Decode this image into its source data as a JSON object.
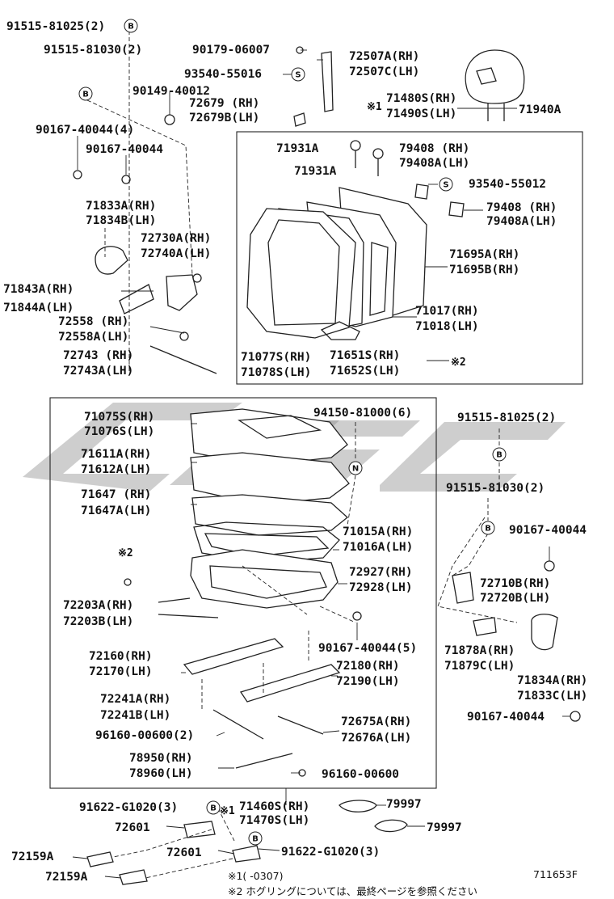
{
  "diagram_code": "711653F",
  "watermark_text": "cosc",
  "labels": {
    "l01": "91515-81025(2)",
    "l02": "91515-81030(2)",
    "l03": "90167-40044(4)",
    "l04": "90167-40044",
    "l05": "90179-06007",
    "l06": "93540-55016",
    "l07": "90149-40012",
    "l08": "72679 (RH)",
    "l09": "72679B(LH)",
    "l10": "72507A(RH)",
    "l11": "72507C(LH)",
    "l12": "71480S(RH)",
    "l13": "71490S(LH)",
    "l14": "71940A",
    "l15": "71931A",
    "l16": "71931A",
    "l17": "79408 (RH)",
    "l18": "79408A(LH)",
    "l19": "93540-55012",
    "l20": "79408 (RH)",
    "l21": "79408A(LH)",
    "l22": "71833A(RH)",
    "l23": "71834B(LH)",
    "l24": "72730A(RH)",
    "l25": "72740A(LH)",
    "l26": "71695A(RH)",
    "l27": "71695B(RH)",
    "l28": "71843A(RH)",
    "l29": "71844A(LH)",
    "l30": "72558 (RH)",
    "l31": "72558A(LH)",
    "l32": "72743 (RH)",
    "l33": "72743A(LH)",
    "l34": "71017(RH)",
    "l35": "71018(LH)",
    "l36": "71077S(RH)",
    "l37": "71078S(LH)",
    "l38": "71651S(RH)",
    "l39": "71652S(LH)",
    "l40": "71075S(RH)",
    "l41": "71076S(LH)",
    "l42": "94150-81000(6)",
    "l43": "91515-81025(2)",
    "l44": "71611A(RH)",
    "l45": "71612A(LH)",
    "l46": "71647 (RH)",
    "l47": "71647A(LH)",
    "l48": "91515-81030(2)",
    "l49": "71015A(RH)",
    "l50": "71016A(LH)",
    "l51": "90167-40044",
    "l52": "72927(RH)",
    "l53": "72928(LH)",
    "l54": "72710B(RH)",
    "l55": "72720B(LH)",
    "l56": "72203A(RH)",
    "l57": "72203B(LH)",
    "l58": "90167-40044(5)",
    "l59": "71878A(RH)",
    "l60": "71879C(LH)",
    "l61": "72160(RH)",
    "l62": "72170(LH)",
    "l63": "72180(RH)",
    "l64": "72190(LH)",
    "l65": "71834A(RH)",
    "l66": "71833C(LH)",
    "l67": "72241A(RH)",
    "l68": "72241B(LH)",
    "l69": "90167-40044",
    "l70": "72675A(RH)",
    "l71": "72676A(LH)",
    "l72": "96160-00600(2)",
    "l73": "78950(RH)",
    "l74": "78960(LH)",
    "l75": "96160-00600",
    "l76": "91622-G1020(3)",
    "l77": "71460S(RH)",
    "l78": "71470S(LH)",
    "l79": "79997",
    "l80": "72601",
    "l81": "79997",
    "l82": "72159A",
    "l83": "72601",
    "l84": "91622-G1020(3)",
    "l85": "72159A"
  },
  "callouts": {
    "b_mark": "B",
    "s_mark": "S",
    "n_mark": "N",
    "note1": "※1",
    "note2": "※2"
  },
  "footnotes": {
    "f1": "※1(   -0307)",
    "f2": "※2 ホグリングについては、最終ページを参照ください"
  }
}
